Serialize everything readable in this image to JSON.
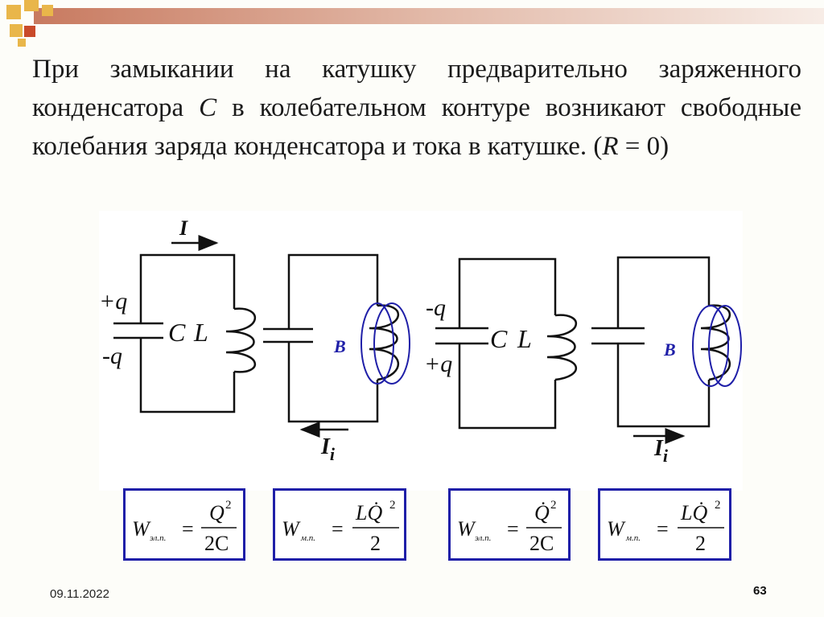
{
  "slide": {
    "text": {
      "part1": "При замыкании на катушку предварительно заряженного конденсатора ",
      "var_c": "C",
      "part2": " в колебательном контуре возникают свободные колебания заряда конденсатора и тока в катушке. (",
      "var_r": "R",
      "part3": " = 0)"
    },
    "figure": {
      "current_i": "I",
      "current_ii": "I",
      "current_ii_sub": "i",
      "charge_plus": "+q",
      "charge_minus": "-q",
      "c_label": "C",
      "l_label": "L",
      "b_label": "B"
    },
    "formulas": [
      {
        "w": "W",
        "sub": "эл.п.",
        "eq": "=",
        "num": "Q",
        "num_sup": "2",
        "den": "2C"
      },
      {
        "w": "W",
        "sub": "м.п.",
        "eq": "=",
        "num": "LQ̇",
        "num_sup": "2",
        "den": "2"
      },
      {
        "w": "W",
        "sub": "эл.п.",
        "eq": "=",
        "num": "Q̇",
        "num_sup": "2",
        "den": "2C"
      },
      {
        "w": "W",
        "sub": "м.п.",
        "eq": "=",
        "num": "LQ̇",
        "num_sup": "2",
        "den": "2"
      }
    ],
    "footer": {
      "date": "09.11.2022",
      "page": "63"
    },
    "colors": {
      "field": "#1f1fa8",
      "box_border": "#1f1fa8",
      "accent_orange": "#e8a33c",
      "accent_red": "#c0392b"
    }
  }
}
